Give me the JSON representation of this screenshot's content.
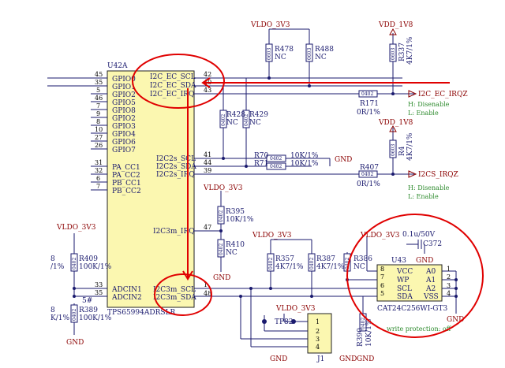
{
  "ic_main": {
    "ref": "U42A",
    "part": "TPS65994ADRSLR",
    "left_pins": [
      {
        "name": "GPIO0",
        "num": "45"
      },
      {
        "name": "GPIO1",
        "num": "35"
      },
      {
        "name": "GPIO2",
        "num": "5"
      },
      {
        "name": "GPIO5",
        "num": "46"
      },
      {
        "name": "GPIO8",
        "num": "7"
      },
      {
        "name": "GPIO2",
        "num": "9"
      },
      {
        "name": "GPIO3",
        "num": "8"
      },
      {
        "name": "GPIO4",
        "num": "10"
      },
      {
        "name": "GPIO6",
        "num": "27"
      },
      {
        "name": "GPIO7",
        "num": "26"
      },
      {
        "name": "PA_CC1",
        "num": "31"
      },
      {
        "name": "PA_CC2",
        "num": "32"
      },
      {
        "name": "PB_CC1",
        "num": "6"
      },
      {
        "name": "PB_CC2",
        "num": "7"
      },
      {
        "name": "ADCIN1",
        "num": "33"
      },
      {
        "name": "ADCIN2",
        "num": "35"
      }
    ],
    "right_pins": [
      {
        "name": "I2C_EC_SCL",
        "num": "42"
      },
      {
        "name": "I2C_EC_SDA",
        "num": "40"
      },
      {
        "name": "I2C_EC_IRQ",
        "num": "43"
      },
      {
        "name": "I2C2s_SCL",
        "num": "41"
      },
      {
        "name": "I2C2s_SDA",
        "num": "44"
      },
      {
        "name": "I2C2s_IRQ",
        "num": "39"
      },
      {
        "name": "I2C3m_IRQ",
        "num": "47"
      },
      {
        "name": "I2C3m_SCL",
        "num": "1"
      },
      {
        "name": "I2C3m_SDA",
        "num": "48"
      }
    ]
  },
  "power": {
    "vldo": "VLDO_3V3",
    "vdd": "VDD_1V8",
    "gnd": "GND"
  },
  "nets": {
    "ec_irq": "I2C_EC_IRQZ",
    "cs_irq": "I2CS_IRQZ"
  },
  "notes": {
    "h": "H: Disenable",
    "l": "L: Enable",
    "wp": "write protection: off"
  },
  "resistors": {
    "r478": {
      "ref": "R478",
      "val": "NC"
    },
    "r488": {
      "ref": "R488",
      "val": "NC"
    },
    "r337": {
      "ref": "R337",
      "val": "4K7/1%"
    },
    "r171": {
      "ref": "R171",
      "val": "0R/1%"
    },
    "r428": {
      "ref": "R428",
      "val": "NC"
    },
    "r429": {
      "ref": "R429",
      "val": "NC"
    },
    "r70": {
      "ref": "R70",
      "val": "10K/1%"
    },
    "r71": {
      "ref": "R71",
      "val": "10K/1%"
    },
    "r4": {
      "ref": "R4",
      "val": "4K7/1%"
    },
    "r407": {
      "ref": "R407",
      "val": "0R/1%"
    },
    "r395": {
      "ref": "R395",
      "val": "10K/1%"
    },
    "r410": {
      "ref": "R410",
      "val": "NC"
    },
    "r357": {
      "ref": "R357",
      "val": "4K7/1%"
    },
    "r387": {
      "ref": "R387",
      "val": "4K7/1%"
    },
    "r386": {
      "ref": "R386",
      "val": "NC"
    },
    "r409": {
      "ref": "R409",
      "val": "100K/1%"
    },
    "r389": {
      "ref": "R389",
      "val": "100K/1%"
    },
    "r390": {
      "ref": "R390",
      "val": "10K/1%"
    }
  },
  "footprint": "0402",
  "footprint_alt": "0603",
  "eeprom": {
    "ref": "U43",
    "part": "CAT24C256WI-GT3",
    "left_pins": [
      {
        "name": "VCC",
        "num": "8"
      },
      {
        "name": "WP",
        "num": "7"
      },
      {
        "name": "SCL",
        "num": "6"
      },
      {
        "name": "SDA",
        "num": "5"
      }
    ],
    "right_pins": [
      {
        "name": "A0",
        "num": "1"
      },
      {
        "name": "A1",
        "num": "2"
      },
      {
        "name": "A2",
        "num": "3"
      },
      {
        "name": "VSS",
        "num": "4"
      }
    ]
  },
  "cap": {
    "ref": "C372",
    "val": "0.1u/50V"
  },
  "conn": {
    "ref": "J1",
    "pins": [
      "1",
      "2",
      "3",
      "4"
    ]
  },
  "tp": "TP82",
  "partial": {
    "left_a": "8",
    "left_b": "/1%",
    "left_c": "8",
    "left_d": "K/1%",
    "sharp": "5#"
  }
}
